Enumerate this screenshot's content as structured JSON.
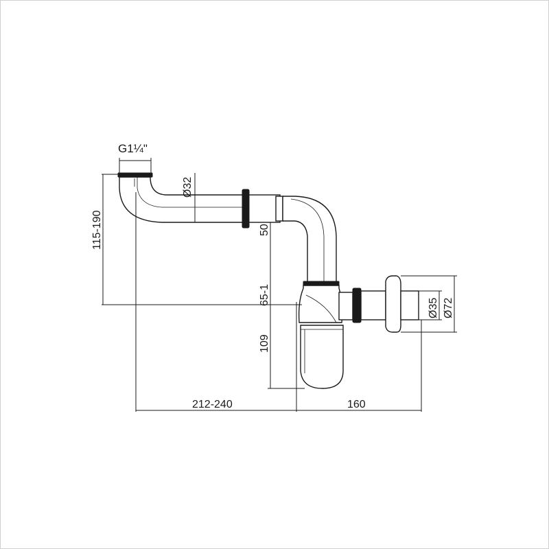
{
  "diagram": {
    "labels": {
      "thread": "G1¼\"",
      "pipe_diameter": "Ø32",
      "height_range": "115-190",
      "dim_50": "50",
      "dim_65": "65-1",
      "dim_109": "109",
      "width_range": "212-240",
      "dim_160": "160",
      "outlet_inner_diameter": "Ø35",
      "outlet_outer_diameter": "Ø72"
    }
  }
}
